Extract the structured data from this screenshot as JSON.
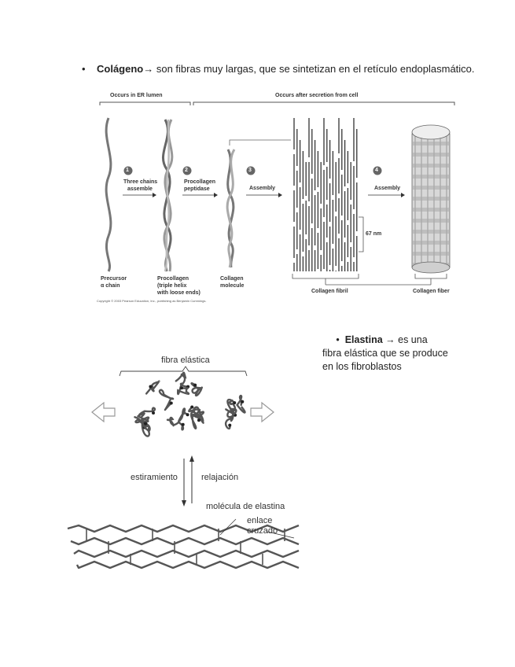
{
  "collagen": {
    "bullet": "•",
    "term": "Colágeno",
    "arrow": "→",
    "text": " son fibras muy largas, que se sintetizan en el retículo endoplasmático.",
    "header_left": "Occurs in ER lumen",
    "header_right": "Occurs after secretion from cell",
    "steps": [
      {
        "num": "1",
        "label_a": "Three chains",
        "label_b": "assemble"
      },
      {
        "num": "2",
        "label_a": "Procollagen",
        "label_b": "peptidase"
      },
      {
        "num": "3",
        "label_a": "Assembly",
        "label_b": ""
      },
      {
        "num": "4",
        "label_a": "Assembly",
        "label_b": ""
      }
    ],
    "labels": {
      "precursor_a": "Precursor",
      "precursor_b": "α chain",
      "procollagen_a": "Procollagen",
      "procollagen_b": "(triple helix",
      "procollagen_c": "with loose ends)",
      "molecule_a": "Collagen",
      "molecule_b": "molecule",
      "fibril": "Collagen fibril",
      "fiber": "Collagen fiber",
      "nm": "67 nm"
    },
    "copyright": "Copyright © 2003 Pearson Education, Inc., publishing as Benjamin Cummings."
  },
  "elastin": {
    "bullet": "•",
    "term": "Elastina",
    "arrow": "→",
    "text_1": " es una",
    "text_2": "fibra elástica que se produce",
    "text_3": "en los fibroblastos",
    "fibra_label": "fibra elástica",
    "stretch": "estiramiento",
    "relax": "relajación",
    "molecule": "molécula de elastina",
    "crosslink_a": "enlace",
    "crosslink_b": "cruzado"
  }
}
